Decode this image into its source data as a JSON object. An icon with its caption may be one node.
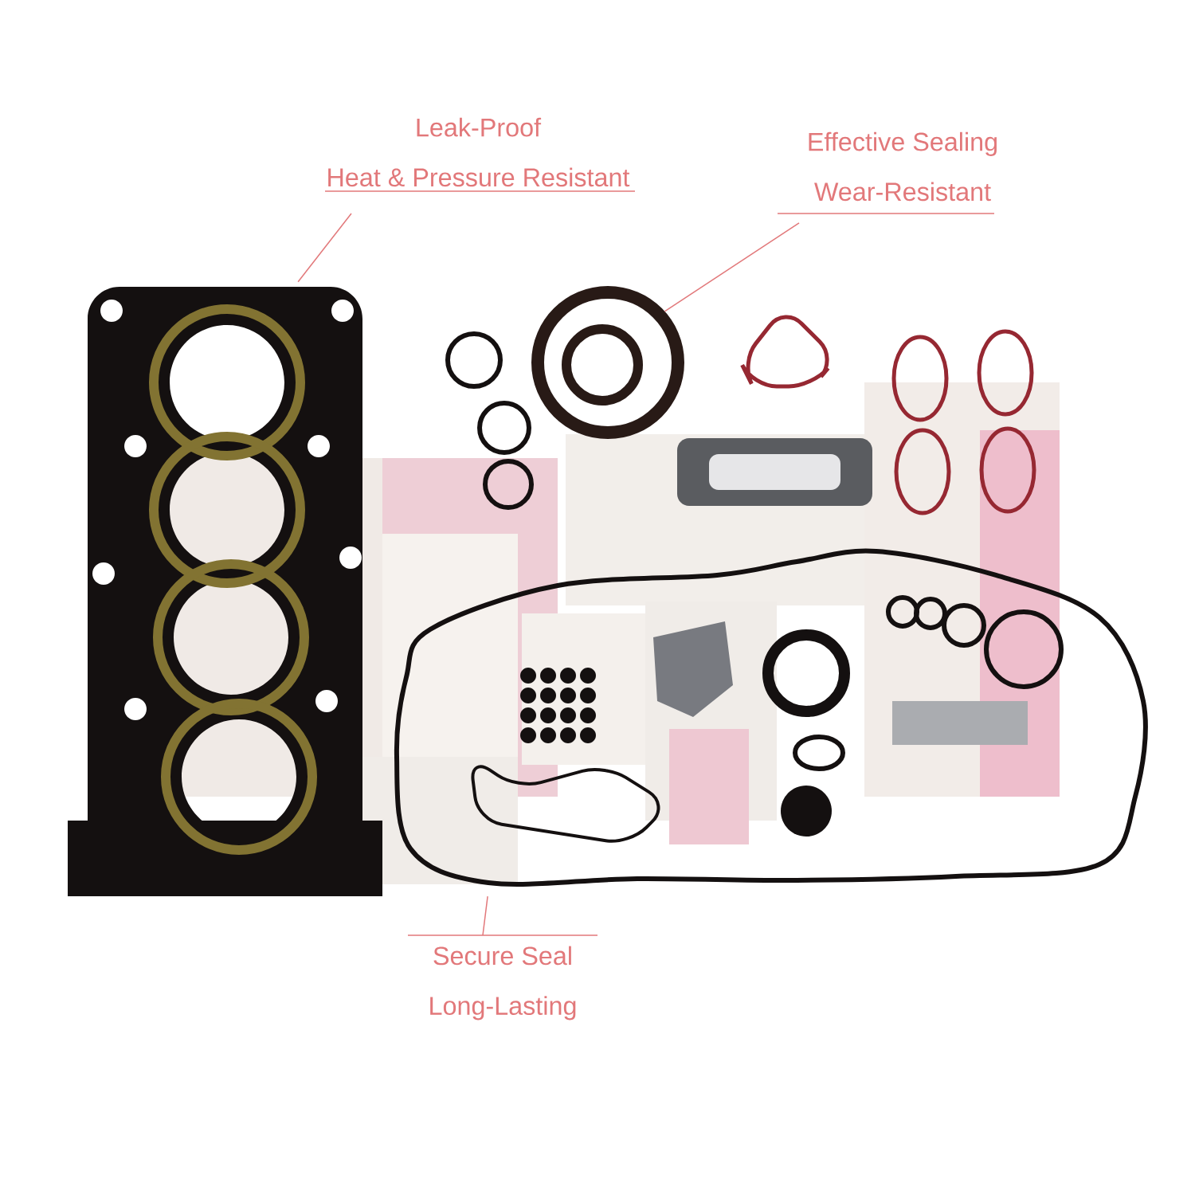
{
  "diagram": {
    "nodes": [
      {
        "text": [
          "Leak-Proof",
          "Heat & Pressure Resistant"
        ]
      },
      {
        "text": [],
        "shape": "picture"
      },
      {
        "text": [
          "Effective Sealing",
          "Wear-Resistant"
        ]
      },
      {
        "text": [],
        "shape": "picture"
      },
      {
        "text": [
          "Secure Seal",
          "Long-Lasting"
        ]
      },
      {
        "text": [],
        "shape": "picture"
      }
    ],
    "edges": [
      {
        "from": 0,
        "to": 1,
        "arrow": "none"
      },
      {
        "from": 2,
        "to": 3,
        "arrow": "none"
      },
      {
        "from": 4,
        "to": 5,
        "arrow": "none"
      }
    ]
  }
}
